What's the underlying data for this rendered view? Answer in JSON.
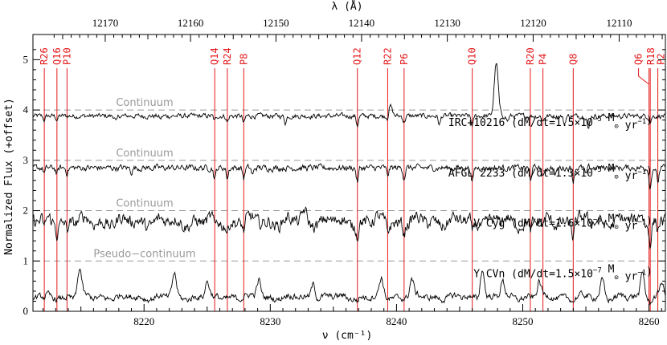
{
  "chart_data": {
    "type": "line",
    "xlabel": "ν (cm⁻¹)",
    "ylabel": "Normalized Flux (+offset)",
    "top_xlabel": "λ (Å)",
    "xlim": [
      8211.2,
      8261.3
    ],
    "ylim": [
      0,
      5.5
    ],
    "x_ticks": [
      8220,
      8230,
      8240,
      8250,
      8260
    ],
    "y_ticks": [
      0,
      1,
      2,
      3,
      4,
      5
    ],
    "top_ticks": [
      12170,
      12160,
      12150,
      12140,
      12130,
      12120,
      12110
    ],
    "lines": [
      {
        "name": "R26",
        "x": 8212.1
      },
      {
        "name": "Q16",
        "x": 8213.1
      },
      {
        "name": "P10",
        "x": 8213.9
      },
      {
        "name": "Q14",
        "x": 8225.6
      },
      {
        "name": "R24",
        "x": 8226.6
      },
      {
        "name": "P8",
        "x": 8227.9
      },
      {
        "name": "Q12",
        "x": 8236.9
      },
      {
        "name": "R22",
        "x": 8239.3
      },
      {
        "name": "P6",
        "x": 8240.6
      },
      {
        "name": "Q10",
        "x": 8246.0
      },
      {
        "name": "R20",
        "x": 8250.6
      },
      {
        "name": "P4",
        "x": 8251.6
      },
      {
        "name": "Q8",
        "x": 8254.0
      },
      {
        "name": "Q6",
        "x": 8260.0
      },
      {
        "name": "R18",
        "x": 8260.1
      },
      {
        "name": "P2",
        "x": 8260.7
      }
    ],
    "continuum_levels": [
      4,
      3,
      2,
      1
    ],
    "continuum_labels": [
      "Continuum",
      "Continuum",
      "Continuum",
      "Pseudo−continuum"
    ],
    "series": [
      {
        "name": "IRC+10216",
        "label_main": "IRC+10216 (dM/dt=1.5×10",
        "label_exp": "−5",
        "label_unit": " M",
        "label_sun": "⊙",
        "label_tail": " yr",
        "label_tail_exp": "−1",
        "label_close": ")",
        "offset": 4,
        "level": 3.88,
        "noise": 0.04,
        "absorptions": [
          [
            8212.1,
            0.08
          ],
          [
            8213.1,
            0.07
          ],
          [
            8217.8,
            0.12
          ],
          [
            8221.3,
            0.06
          ],
          [
            8225.6,
            0.1
          ],
          [
            8226.6,
            0.12
          ],
          [
            8227.9,
            0.15
          ],
          [
            8231.2,
            0.13
          ],
          [
            8236.9,
            0.18
          ],
          [
            8239.3,
            0.1
          ],
          [
            8240.6,
            0.12
          ],
          [
            8243.4,
            0.18
          ],
          [
            8246.0,
            0.2
          ],
          [
            8248.8,
            0.1
          ],
          [
            8251.6,
            0.1
          ],
          [
            8253.3,
            0.16
          ],
          [
            8255.2,
            0.28
          ],
          [
            8260.1,
            0.12
          ]
        ],
        "emissions": [
          [
            8239.5,
            0.2
          ],
          [
            8247.9,
            1.05
          ]
        ]
      },
      {
        "name": "AFGL 2233",
        "label_main": "AFGL 2233 (dM/dt=1.3×10",
        "label_exp": "−5",
        "label_unit": " M",
        "label_sun": "⊙",
        "label_tail": " yr",
        "label_tail_exp": "−1",
        "label_close": ")",
        "offset": 3,
        "level": 2.85,
        "noise": 0.05,
        "absorptions": [
          [
            8212.1,
            0.1
          ],
          [
            8213.1,
            0.12
          ],
          [
            8213.9,
            0.1
          ],
          [
            8219.0,
            0.08
          ],
          [
            8225.6,
            0.22
          ],
          [
            8226.6,
            0.2
          ],
          [
            8227.9,
            0.2
          ],
          [
            8228.6,
            0.15
          ],
          [
            8236.9,
            0.28
          ],
          [
            8239.3,
            0.15
          ],
          [
            8240.6,
            0.2
          ],
          [
            8246.0,
            0.3
          ],
          [
            8250.6,
            0.24
          ],
          [
            8251.6,
            0.22
          ],
          [
            8252.6,
            0.15
          ],
          [
            8254.0,
            0.25
          ],
          [
            8255.0,
            0.15
          ],
          [
            8260.1,
            0.4
          ],
          [
            8260.7,
            0.3
          ]
        ],
        "emissions": []
      },
      {
        "name": "V Cyg",
        "label_main": "V Cyg (dM/dt=1.6×10",
        "label_exp": "−6",
        "label_unit": " M",
        "label_sun": "⊙",
        "label_tail": " yr",
        "label_tail_exp": "−1",
        "label_close": ")",
        "offset": 2,
        "level": 1.78,
        "noise": 0.1,
        "absorptions": [
          [
            8212.1,
            0.2
          ],
          [
            8213.1,
            0.18
          ],
          [
            8213.9,
            0.15
          ],
          [
            8225.6,
            0.2
          ],
          [
            8226.6,
            0.15
          ],
          [
            8227.9,
            0.18
          ],
          [
            8236.9,
            0.25
          ],
          [
            8239.3,
            0.18
          ],
          [
            8240.6,
            0.2
          ],
          [
            8246.0,
            0.25
          ],
          [
            8250.6,
            0.2
          ],
          [
            8251.6,
            0.18
          ],
          [
            8254.0,
            0.25
          ],
          [
            8260.1,
            0.35
          ],
          [
            8260.7,
            0.2
          ]
        ],
        "emissions": [
          [
            8232.7,
            0.2
          ],
          [
            8259.4,
            0.2
          ]
        ]
      },
      {
        "name": "Y CVn",
        "label_main": "Y CVn (dM/dt=1.5×10",
        "label_exp": "−7",
        "label_unit": " M",
        "label_sun": "⊙",
        "label_tail": " yr",
        "label_tail_exp": "−1",
        "label_close": ")",
        "offset": 1,
        "level": 0.28,
        "noise": 0.05,
        "absorptions": [
          [
            8212.1,
            0.05
          ],
          [
            8225.6,
            0.05
          ],
          [
            8236.9,
            0.05
          ],
          [
            8246.0,
            0.06
          ],
          [
            8254.0,
            0.06
          ],
          [
            8260.1,
            0.1
          ]
        ],
        "emissions": [
          [
            8214.9,
            0.55
          ],
          [
            8222.4,
            0.45
          ],
          [
            8225.0,
            0.3
          ],
          [
            8229.1,
            0.35
          ],
          [
            8233.4,
            0.3
          ],
          [
            8238.8,
            0.35
          ],
          [
            8241.2,
            0.35
          ],
          [
            8246.8,
            0.6
          ],
          [
            8248.4,
            0.3
          ],
          [
            8251.3,
            0.3
          ],
          [
            8256.3,
            0.35
          ],
          [
            8259.5,
            0.5
          ],
          [
            8261.0,
            0.3
          ]
        ]
      }
    ]
  }
}
